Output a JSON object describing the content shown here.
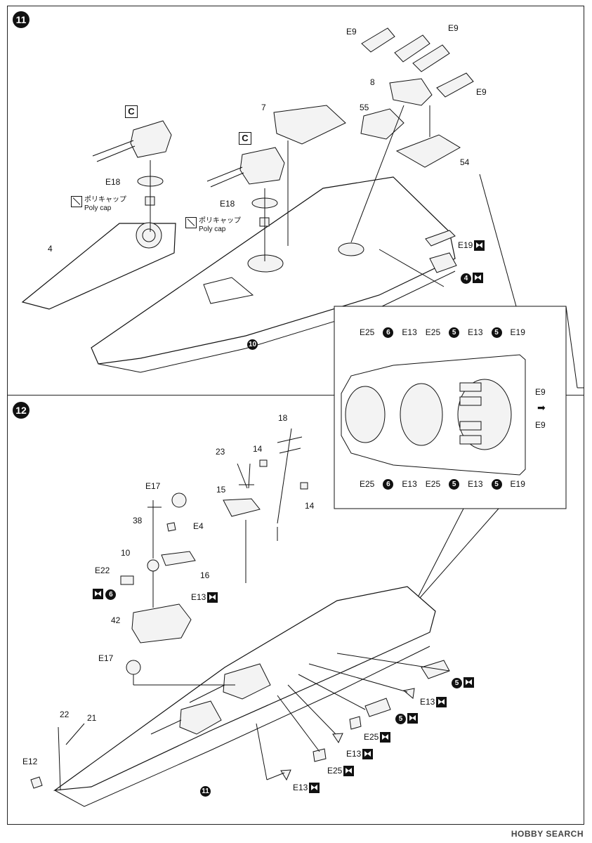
{
  "steps": {
    "step11": "11",
    "step12": "12"
  },
  "step11": {
    "turret_box_a": "C",
    "turret_box_b": "C",
    "labels": {
      "e18_a": "E18",
      "e18_b": "E18",
      "part4": "4",
      "part7": "7",
      "part55": "55",
      "part8": "8",
      "part54": "54",
      "e9_top_left": "E9",
      "e9_top_right": "E9",
      "e9_right": "E9",
      "e19": "E19",
      "hull_ref": "10",
      "sub4": "4"
    },
    "poly_a": {
      "jp": "ポリキャップ",
      "en": "Poly cap"
    },
    "poly_b": {
      "jp": "ポリキャップ",
      "en": "Poly cap"
    }
  },
  "inset": {
    "top_row": [
      "E25",
      "6",
      "E13",
      "E25",
      "5",
      "E13",
      "5",
      "E19"
    ],
    "bottom_row": [
      "E25",
      "6",
      "E13",
      "E25",
      "5",
      "E13",
      "5",
      "E19"
    ],
    "e9_upper": "E9",
    "e9_lower": "E9",
    "arrow": "➡"
  },
  "step12": {
    "labels": {
      "part18": "18",
      "part23": "23",
      "part14_a": "14",
      "part14_b": "14",
      "part15": "15",
      "e17_a": "E17",
      "part38": "38",
      "e4": "E4",
      "part10": "10",
      "e22": "E22",
      "part16": "16",
      "sub6": "6",
      "e13_a": "E13",
      "part42": "42",
      "e17_b": "E17",
      "part22": "22",
      "part21": "21",
      "e12": "E12",
      "hull_ref": "11",
      "sub5_a": "5",
      "e13_b": "E13",
      "sub5_b": "5",
      "e25_a": "E25",
      "e13_c": "E13",
      "e25_b": "E25",
      "e13_d": "E13"
    }
  },
  "watermark": "HOBBY SEARCH"
}
